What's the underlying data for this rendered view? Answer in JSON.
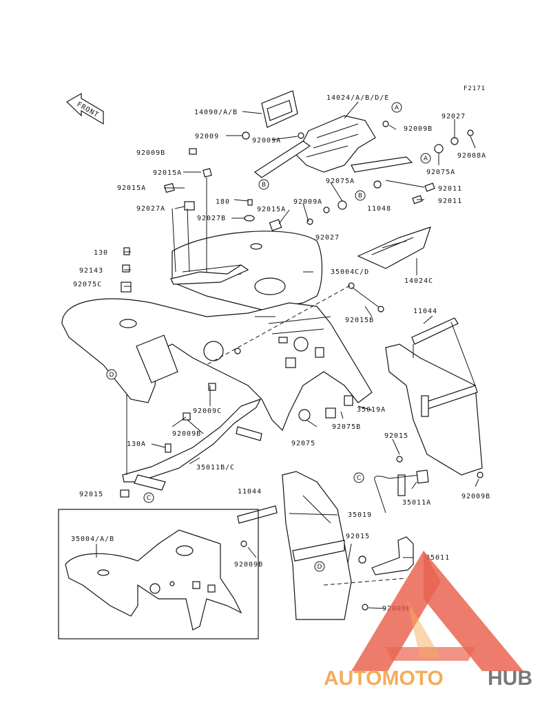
{
  "figure_code": "F2171",
  "front_label": "FRONT",
  "part_labels": {
    "p14024": "14024/A/B/D/E",
    "p14090": "14090/A/B",
    "p92027_top": "92027",
    "p92009_top": "92009",
    "p92009A_top": "92009A",
    "p92009B_top": "92009B",
    "p92008A": "92008A",
    "p92009B_left": "92009B",
    "p92015A_a": "92015A",
    "p92015A_b": "92015A",
    "p92075A_r": "92075A",
    "p92075A_m": "92075A",
    "p92011_a": "92011",
    "p92011_b": "92011",
    "p11048": "11048",
    "p92027A": "92027A",
    "p180": "180",
    "p92009A_m": "92009A",
    "p92015A_m": "92015A",
    "p92027B": "92027B",
    "p92027_m": "92027",
    "p14024C": "14024C",
    "p130": "130",
    "p92143": "92143",
    "p92075C": "92075C",
    "p35004CD": "35004C/D",
    "p92015B": "92015B",
    "p11044_r": "11044",
    "p92009C": "92009C",
    "p35019A": "35019A",
    "p92009B_mid": "92009B",
    "p92075": "92075",
    "p92075B": "92075B",
    "p130A": "130A",
    "p35011BC": "35011B/C",
    "p92015_r": "92015",
    "p92015_l": "92015",
    "p35011A": "35011A",
    "p92009B_r": "92009B",
    "p11044_l": "11044",
    "p35019": "35019",
    "p92015_b": "92015",
    "p35011": "35011",
    "p92009B_b": "92009B",
    "p92009B_bb": "92009B",
    "p35004AB": "35004/A/B"
  },
  "ref_letters": {
    "A1": "A",
    "A2": "A",
    "B1": "B",
    "B2": "B",
    "C1": "C",
    "C2": "C",
    "D1": "D",
    "D2": "D"
  },
  "watermark": {
    "part1": "AUTOMOTO",
    "part2": "HUB"
  },
  "colors": {
    "watermark_red": "#e8553f",
    "watermark_orange": "#f4a24a",
    "watermark_gray": "#6b6b6b",
    "ink": "#111111"
  }
}
